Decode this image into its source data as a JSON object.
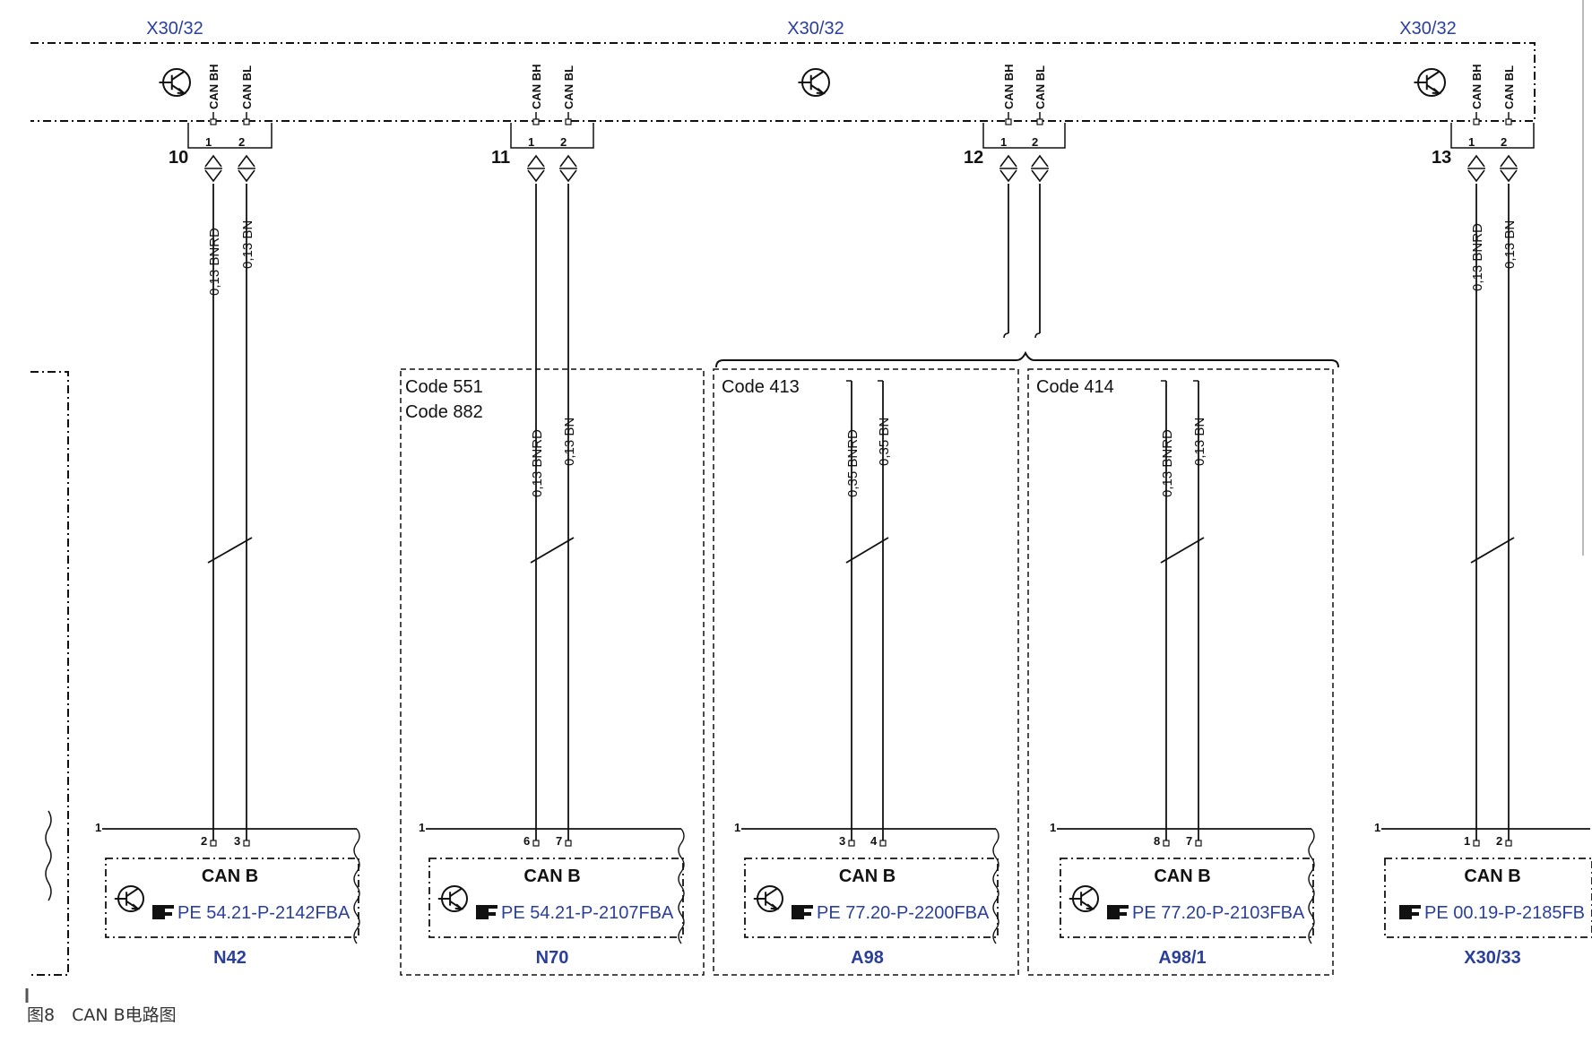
{
  "bus_label": "X30/32",
  "bus_pins": [
    "CAN BH",
    "CAN BL"
  ],
  "branches": [
    {
      "num": "10",
      "pin_a": "1",
      "pin_b": "2",
      "wire_a": "0,13 BNRD",
      "wire_b": "0,13 BN"
    },
    {
      "num": "11",
      "pin_a": "1",
      "pin_b": "2",
      "wire_a": "0,13 BNRD",
      "wire_b": "0,13 BN"
    },
    {
      "num": "12",
      "pin_a": "1",
      "pin_b": "2"
    },
    {
      "num": "13",
      "pin_a": "1",
      "pin_b": "2",
      "wire_a": "0,13 BNRD",
      "wire_b": "0,13 BN"
    }
  ],
  "code_groups": [
    {
      "lines": [
        "Code 551",
        "Code 882"
      ]
    },
    {
      "lines": [
        "Code 413"
      ]
    },
    {
      "lines": [
        "Code 414"
      ]
    }
  ],
  "code_wires": [
    {
      "wire_a": "0,13 BNRD",
      "wire_b": "0,13 BN"
    },
    {
      "wire_a": "0,35 BNRD",
      "wire_b": "0,35 BN"
    },
    {
      "wire_a": "0,13 BNRD",
      "wire_b": "0,13 BN"
    }
  ],
  "modules": [
    {
      "id": "N42",
      "pin_a": "2",
      "pin_b": "3",
      "bus": "CAN B",
      "ref": "PE 54.21-P-2142FBA",
      "corner": "1"
    },
    {
      "id": "N70",
      "pin_a": "6",
      "pin_b": "7",
      "bus": "CAN B",
      "ref": "PE 54.21-P-2107FBA",
      "corner": "1"
    },
    {
      "id": "A98",
      "pin_a": "3",
      "pin_b": "4",
      "bus": "CAN B",
      "ref": "PE 77.20-P-2200FBA",
      "corner": "1"
    },
    {
      "id": "A98/1",
      "pin_a": "8",
      "pin_b": "7",
      "bus": "CAN B",
      "ref": "PE 77.20-P-2103FBA",
      "corner": "1"
    },
    {
      "id": "X30/33",
      "pin_a": "1",
      "pin_b": "2",
      "bus": "CAN B",
      "ref": "PE 00.19-P-2185FB",
      "corner": "1"
    }
  ],
  "caption": "图8　CAN B电路图",
  "colors": {
    "ink": "#111111",
    "blue": "#2a3f9b"
  },
  "icons": [
    "transistor-icon",
    "hand-pointer-icon"
  ]
}
